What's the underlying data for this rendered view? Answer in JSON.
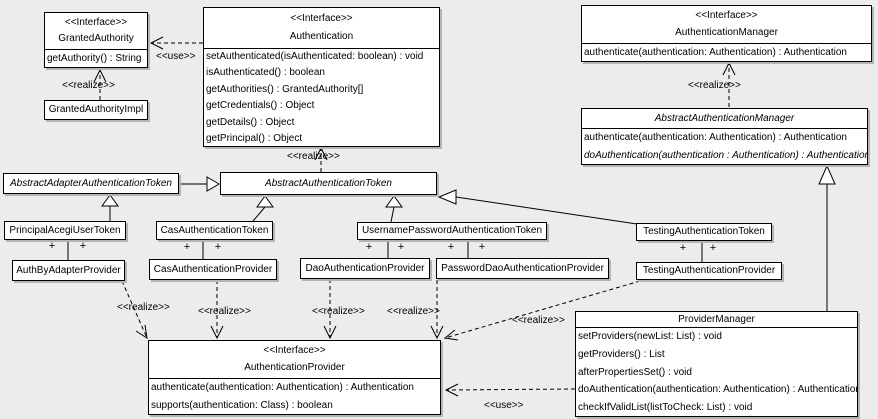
{
  "diagram": {
    "background": "#ececec",
    "box_fill": "#ffffff",
    "box_border": "#000000",
    "labels": {
      "use": "<<use>>",
      "realize": "<<realize>>",
      "plus": "+"
    },
    "classes": [
      {
        "id": "granted-authority",
        "stereotype": "<<Interface>>",
        "name": "GrantedAuthority",
        "abstract": false,
        "methods": [
          {
            "text": "getAuthority() : String",
            "abstract": false
          }
        ]
      },
      {
        "id": "granted-authority-impl",
        "name": "GrantedAuthorityImpl",
        "abstract": false,
        "methods": []
      },
      {
        "id": "authentication",
        "stereotype": "<<Interface>>",
        "name": "Authentication",
        "abstract": false,
        "methods": [
          {
            "text": "setAuthenticated(isAuthenticated: boolean) : void",
            "abstract": false
          },
          {
            "text": "isAuthenticated() : boolean",
            "abstract": false
          },
          {
            "text": "getAuthorities() : GrantedAuthority[]",
            "abstract": false
          },
          {
            "text": "getCredentials() : Object",
            "abstract": false
          },
          {
            "text": "getDetails() : Object",
            "abstract": false
          },
          {
            "text": "getPrincipal() : Object",
            "abstract": false
          }
        ]
      },
      {
        "id": "authentication-manager",
        "stereotype": "<<Interface>>",
        "name": "AuthenticationManager",
        "abstract": false,
        "methods": [
          {
            "text": "authenticate(authentication: Authentication) : Authentication",
            "abstract": false
          }
        ]
      },
      {
        "id": "abstract-authentication-manager",
        "name": "AbstractAuthenticationManager",
        "abstract": true,
        "methods": [
          {
            "text": "authenticate(authentication: Authentication) : Authentication",
            "abstract": false
          },
          {
            "text": "doAuthentication(authentication : Authentication) : Authentication",
            "abstract": true
          }
        ]
      },
      {
        "id": "abstract-adapter-authentication-token",
        "name": "AbstractAdapterAuthenticationToken",
        "abstract": true,
        "methods": []
      },
      {
        "id": "abstract-authentication-token",
        "name": "AbstractAuthenticationToken",
        "abstract": true,
        "methods": []
      },
      {
        "id": "principal-acegi-user-token",
        "name": "PrincipalAcegiUserToken",
        "abstract": false,
        "methods": []
      },
      {
        "id": "cas-authentication-token",
        "name": "CasAuthenticationToken",
        "abstract": false,
        "methods": []
      },
      {
        "id": "username-password-authentication-token",
        "name": "UsernamePasswordAuthenticationToken",
        "abstract": false,
        "methods": []
      },
      {
        "id": "testing-authentication-token",
        "name": "TestingAuthenticationToken",
        "abstract": false,
        "methods": []
      },
      {
        "id": "auth-by-adapter-provider",
        "name": "AuthByAdapterProvider",
        "abstract": false,
        "methods": []
      },
      {
        "id": "cas-authentication-provider",
        "name": "CasAuthenticationProvider",
        "abstract": false,
        "methods": []
      },
      {
        "id": "dao-authentication-provider",
        "name": "DaoAuthenticationProvider",
        "abstract": false,
        "methods": []
      },
      {
        "id": "password-dao-authentication-provider",
        "name": "PasswordDaoAuthenticationProvider",
        "abstract": false,
        "methods": []
      },
      {
        "id": "testing-authentication-provider",
        "name": "TestingAuthenticationProvider",
        "abstract": false,
        "methods": []
      },
      {
        "id": "authentication-provider",
        "stereotype": "<<Interface>>",
        "name": "AuthenticationProvider",
        "abstract": false,
        "methods": [
          {
            "text": "authenticate(authentication: Authentication) : Authentication",
            "abstract": false
          },
          {
            "text": "supports(authentication: Class) : boolean",
            "abstract": false
          }
        ]
      },
      {
        "id": "provider-manager",
        "name": "ProviderManager",
        "abstract": false,
        "methods": [
          {
            "text": "setProviders(newList: List) : void",
            "abstract": false
          },
          {
            "text": "getProviders() : List",
            "abstract": false
          },
          {
            "text": "afterPropertiesSet() : void",
            "abstract": false
          },
          {
            "text": "doAuthentication(authentication: Authentication) : Authentication",
            "abstract": false
          },
          {
            "text": "checkIfValidList(listToCheck: List) : void",
            "abstract": false
          }
        ]
      }
    ]
  }
}
